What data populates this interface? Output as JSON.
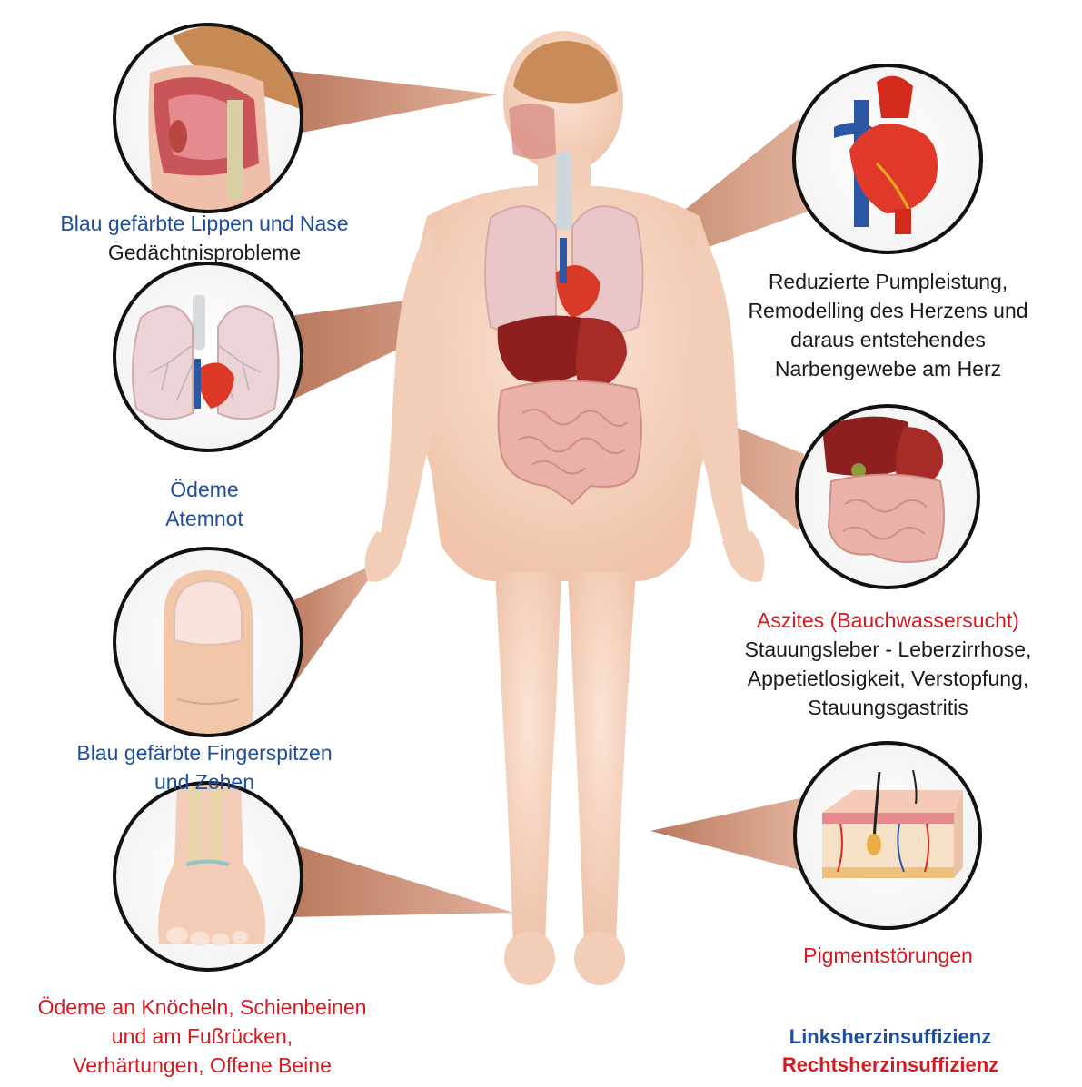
{
  "colors": {
    "blue_text": "#1f4e9c",
    "red_text": "#d7191f",
    "dark_text": "#1a1a1a",
    "skin": "#f6d7c3",
    "pointer": "#c98d73",
    "circle_border": "#111111"
  },
  "callouts": {
    "head": {
      "line1": "Blau gefärbte Lippen und Nase",
      "line2": "Gedächtnisprobleme"
    },
    "lungs": {
      "line1": "Ödeme",
      "line2": "Atemnot"
    },
    "finger": {
      "line1": "Blau gefärbte Fingerspitzen",
      "line2": "und Zehen"
    },
    "foot": {
      "line1": "Ödeme an Knöcheln, Schienbeinen",
      "line2": "und am Fußrücken,",
      "line3": "Verhärtungen, Offene Beine"
    },
    "heart": {
      "line1": "Reduzierte Pumpleistung,",
      "line2": "Remodelling des Herzens und",
      "line3": "daraus entstehendes",
      "line4": "Narbengewebe am Herz"
    },
    "abdomen": {
      "line1": "Aszites (Bauchwassersucht)",
      "line2": "Stauungsleber - Leberzirrhose,",
      "line3": "Appetietlosigkeit, Verstopfung,",
      "line4": "Stauungsgastritis"
    },
    "skin": {
      "line1": "Pigmentstörungen"
    }
  },
  "legend": {
    "left": "Linksherzinsuffizienz",
    "right": "Rechtsherzinsuffizienz"
  }
}
